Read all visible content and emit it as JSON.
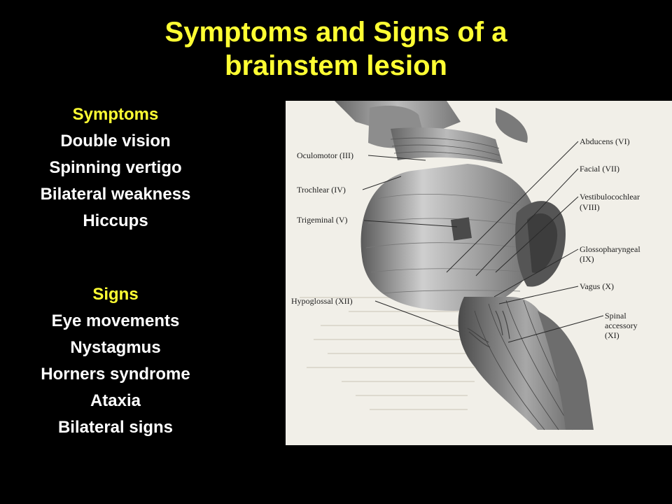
{
  "slide": {
    "title_line1": "Symptoms and Signs of a",
    "title_line2": "brainstem lesion"
  },
  "symptoms": {
    "heading": "Symptoms",
    "items": [
      "Double vision",
      "Spinning vertigo",
      "Bilateral weakness",
      "Hiccups"
    ]
  },
  "signs": {
    "heading": "Signs",
    "items": [
      "Eye movements",
      "Nystagmus",
      "Horners syndrome",
      "Ataxia",
      "Bilateral signs"
    ]
  },
  "figure": {
    "labels": {
      "oculomotor": "Oculomotor (III)",
      "trochlear": "Trochlear (IV)",
      "trigeminal": "Trigeminal (V)",
      "hypoglossal": "Hypoglossal (XII)",
      "abducens": "Abducens (VI)",
      "facial": "Facial (VII)",
      "vestibulocochlear_1": "Vestibulocochlear",
      "vestibulocochlear_2": "(VIII)",
      "glossopharyngeal_1": "Glossopharyngeal",
      "glossopharyngeal_2": "(IX)",
      "vagus": "Vagus (X)",
      "spinal_1": "Spinal",
      "spinal_2": "accessory",
      "spinal_3": "(XI)"
    }
  },
  "colors": {
    "title": "#ffff33",
    "heading": "#ffff33",
    "text": "#ffffff",
    "background": "#000000",
    "figure_bg": "#f1efe8"
  }
}
